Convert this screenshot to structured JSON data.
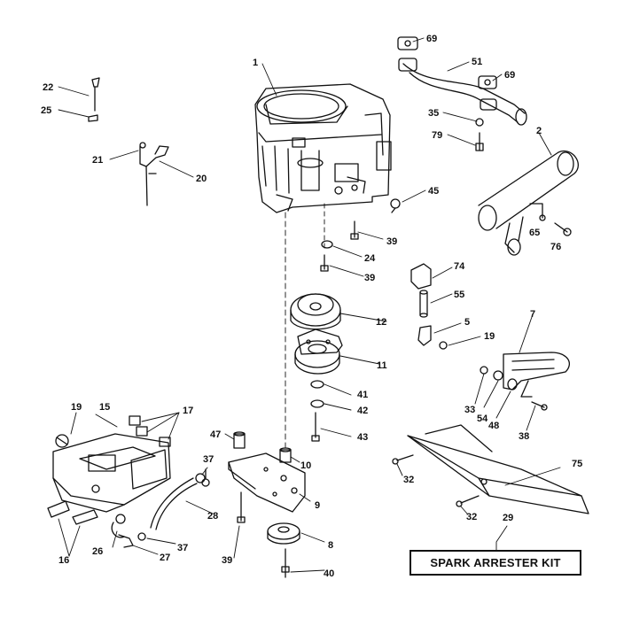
{
  "diagram": {
    "kit_label": "SPARK ARRESTER KIT",
    "callouts": {
      "c1": "1",
      "c2": "2",
      "c5": "5",
      "c7": "7",
      "c8": "8",
      "c9": "9",
      "c10": "10",
      "c11": "11",
      "c12": "12",
      "c15": "15",
      "c16": "16",
      "c17": "17",
      "c19a": "19",
      "c19b": "19",
      "c20": "20",
      "c21": "21",
      "c22": "22",
      "c24": "24",
      "c25": "25",
      "c26": "26",
      "c27": "27",
      "c28": "28",
      "c29": "29",
      "c32a": "32",
      "c32b": "32",
      "c33": "33",
      "c35": "35",
      "c37a": "37",
      "c37b": "37",
      "c38": "38",
      "c39a": "39",
      "c39b": "39",
      "c39c": "39",
      "c40": "40",
      "c41": "41",
      "c42": "42",
      "c43": "43",
      "c45": "45",
      "c47": "47",
      "c48": "48",
      "c51": "51",
      "c54": "54",
      "c55": "55",
      "c65": "65",
      "c69a": "69",
      "c69b": "69",
      "c74": "74",
      "c75": "75",
      "c76": "76",
      "c79": "79"
    }
  }
}
